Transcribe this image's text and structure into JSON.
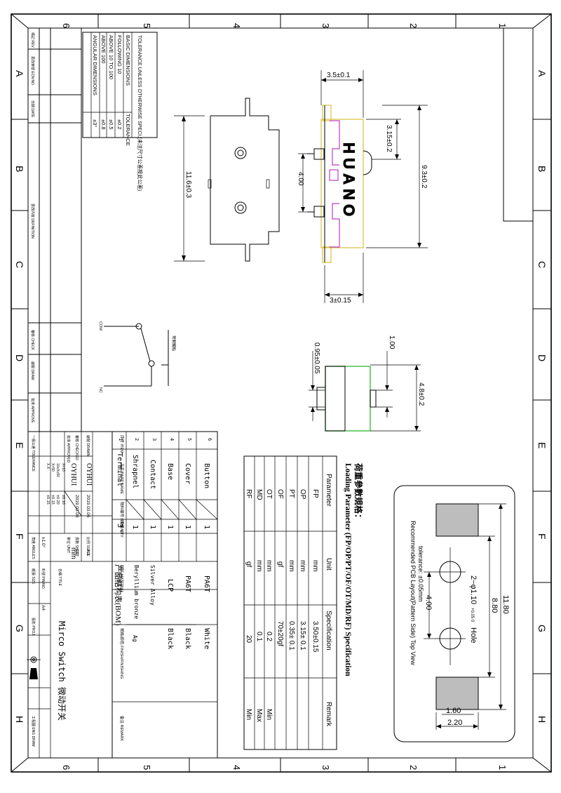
{
  "frame": {
    "zones_num": [
      "1",
      "2",
      "3",
      "4",
      "5",
      "6"
    ],
    "zones_alpha": [
      "A",
      "B",
      "C",
      "D",
      "E",
      "F",
      "G",
      "H"
    ]
  },
  "tolerance": {
    "title_en": "TOLERANCE UNLESS OTHERWISE SPECI.(未注尺寸公差按此公差)",
    "header": [
      "BASIC DIMENSIONS",
      "TOLERANCE"
    ],
    "rows": [
      [
        "FOLLOWING 10",
        "±0.2"
      ],
      [
        "ABOVE 10 TO 100",
        "±0.5"
      ],
      [
        "ABOVE 100",
        "±0.8"
      ],
      [
        "ANGULAR DIMENSIONS",
        "±3°"
      ]
    ]
  },
  "top_view": {
    "dims": {
      "width_top": "3.5±0.1",
      "step": "3.15±0.2",
      "pin_pitch": "4.00",
      "height": "9.3±0.2",
      "bottom": "3±0.15",
      "length": "11.6±0.3"
    },
    "brand": [
      "H",
      "U",
      "A",
      "N",
      "O"
    ]
  },
  "circuit": {
    "labels": [
      "COM",
      "常開觸點",
      "NC"
    ]
  },
  "side_view": {
    "dims": {
      "button": "0.95±0.05",
      "pin": "1.00",
      "height": "4.8±0.2"
    }
  },
  "pcb": {
    "title": "Recommended PCB Layout(Pattern Side) Top View",
    "tolerance": "tolerance: ±0.05mm",
    "dims": {
      "overall": "11.80",
      "inner": "8.80",
      "hole": "2−φ1.10",
      "hole_tol": "+0.05 0",
      "hole_word": "Hole",
      "pitch": "4.00",
      "pad1": "1.60",
      "pad2": "2.20"
    }
  },
  "loading": {
    "title_cn": "荷重參數規格：",
    "title_en": "Loading Parameter (FP/OP/PT/OF/OT/MD/RF) Specification",
    "columns": [
      "Parameter",
      "Unit",
      "Specification",
      "Remark"
    ],
    "rows": [
      [
        "FP",
        "mm",
        "3.50±0.15",
        ""
      ],
      [
        "OP",
        "mm",
        "3.15± 0.1",
        ""
      ],
      [
        "PT",
        "mm",
        "0.35± 0.1",
        ""
      ],
      [
        "OF",
        "gf",
        "70±20gf",
        ""
      ],
      [
        "OT",
        "mm",
        "0.2",
        "Min"
      ],
      [
        "MD",
        "mm",
        "0.1",
        "Max"
      ],
      [
        "RF",
        "gf",
        "20",
        "Min"
      ]
    ]
  },
  "bom": {
    "title": "产品结构表(BOM)",
    "header_item": "序号 ITEM",
    "header_part": "品名 PART NAME",
    "header_partno": "物料编号 ITEM NO.",
    "header_qty": "用量 QTY",
    "header_material": "材料 MATERIAL",
    "header_finish": "规格/颜色 FINISH/FINISHING",
    "header_remark": "备注 REMARK",
    "rows": [
      [
        "6",
        "Button",
        "1",
        "PA6T",
        "White"
      ],
      [
        "5",
        "Cover",
        "1",
        "PA6T",
        "Black"
      ],
      [
        "4",
        "Base",
        "1",
        "LCP",
        "Black"
      ],
      [
        "3",
        "Contact",
        "1",
        "Silver Alloy",
        ""
      ],
      [
        "2",
        "Shrapnel",
        "1",
        "Beryllium bronze",
        "Ag"
      ],
      [
        "1",
        "Terminal",
        "3",
        "Brass",
        ""
      ]
    ]
  },
  "revision": {
    "cols": [
      "標記 REV.",
      "更改單號 ECN NO.",
      "日期 DATE",
      "更改内容 DEFINITION",
      "批准 APPROVE",
      "審核 CHECK",
      "繪製 DRAW"
    ]
  },
  "title_block": {
    "drawn_label": "繪製 DRAWN",
    "checked_label": "審核 CHECKED",
    "approved_label": "批准 APPROVED",
    "tolerance_label": "一般公差 TOLERANCE",
    "drawn_by": "OYHUI",
    "checked_by": "OYHUI",
    "date1": "2019.03.06",
    "date2": "2019.03.06",
    "tol_ranges": [
      "X<10",
      "10≤X≤50",
      "X>50",
      "X.X"
    ],
    "tol_values": [
      "±0.10",
      "±0.20",
      "±0.15",
      "±0.15"
    ],
    "angle": "±1.0°",
    "scale_label": "比例 SCALE",
    "scale": "4:1",
    "sheet_label": "頁數 SHEET",
    "sheet": "1/1",
    "unit_label": "單位 UNIT",
    "unit": "mm",
    "angles_label": "角度 ANGLES",
    "size_label": "紙張 SIZE",
    "size": "A4",
    "partno_label": "料號 P/N NO.",
    "title_label": "名稱 TITLE",
    "title": "Mirco Switch 微动开关",
    "proj_label": "投影 PROJ.",
    "engdraw_label": "工程圖 ENG DRAW"
  }
}
